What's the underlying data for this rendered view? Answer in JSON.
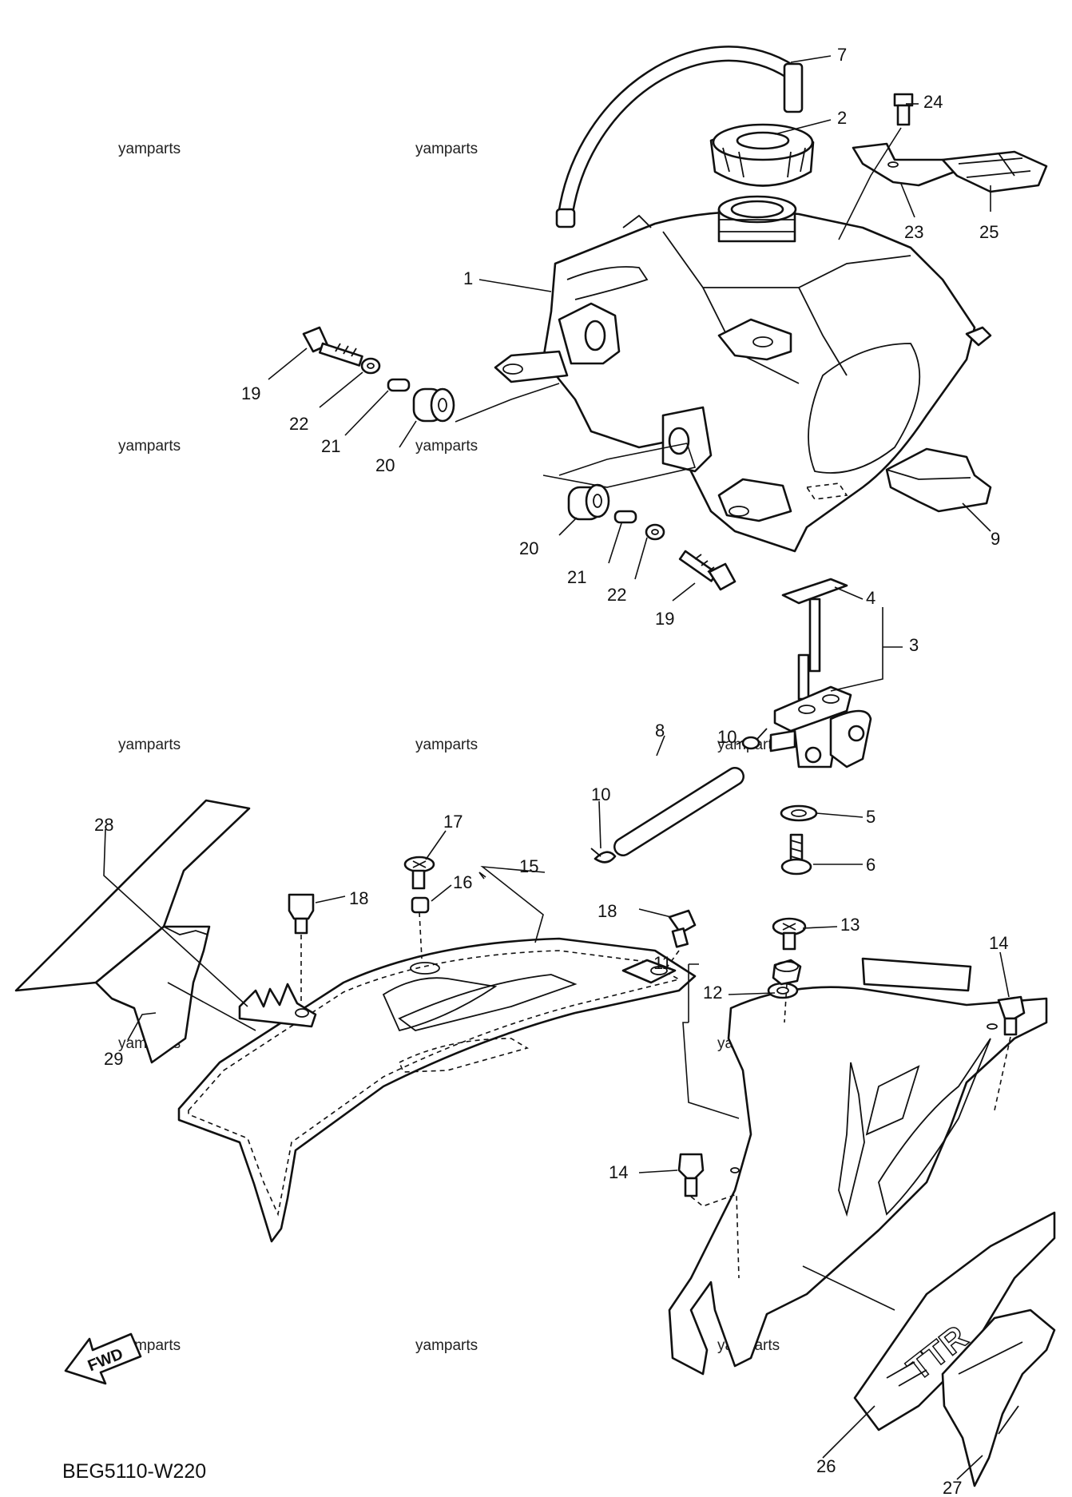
{
  "diagram": {
    "code": "BEG5110-W220",
    "fwd_label": "FWD",
    "watermark": "yamparts",
    "labels": {
      "p1": "1",
      "p2": "2",
      "p3": "3",
      "p4": "4",
      "p5": "5",
      "p6": "6",
      "p7": "7",
      "p8": "8",
      "p9": "9",
      "p10a": "10",
      "p10b": "10",
      "p11": "11",
      "p12": "12",
      "p13": "13",
      "p14a": "14",
      "p14b": "14",
      "p15": "15",
      "p16": "16",
      "p17": "17",
      "p18a": "18",
      "p18b": "18",
      "p19a": "19",
      "p19b": "19",
      "p20a": "20",
      "p20b": "20",
      "p21a": "21",
      "p21b": "21",
      "p22a": "22",
      "p22b": "22",
      "p23": "23",
      "p24": "24",
      "p25": "25",
      "p26": "26",
      "p27": "27",
      "p28": "28",
      "p29": "29"
    }
  }
}
